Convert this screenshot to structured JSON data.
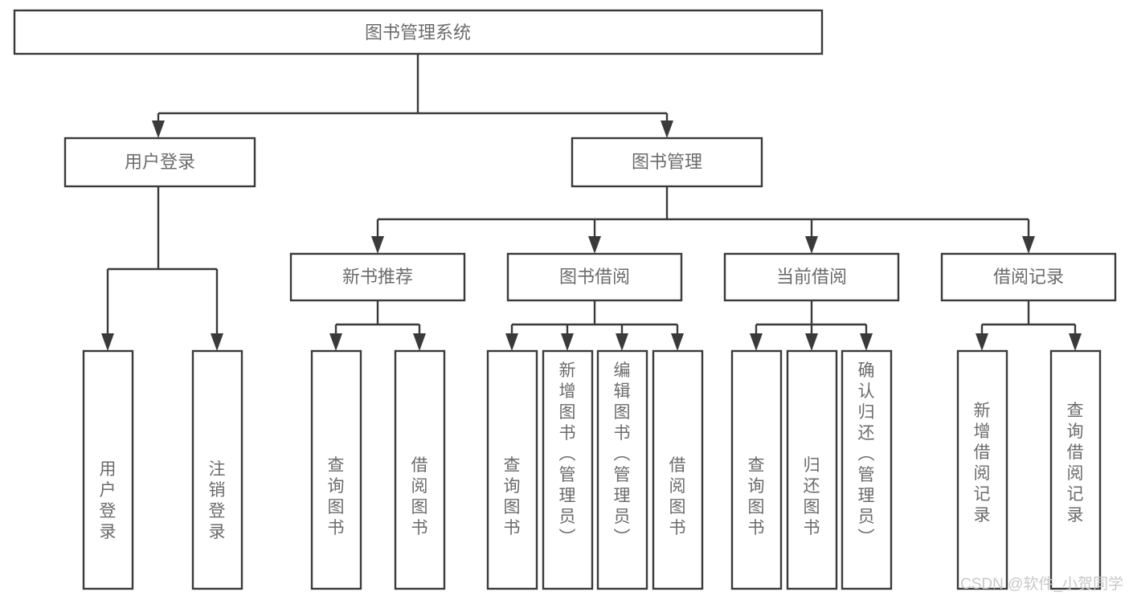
{
  "diagram": {
    "title": "图书管理系统",
    "type": "tree-hierarchy-chart",
    "orientation": "top-down",
    "colors": {
      "box_fill": "#ffffff",
      "box_stroke": "#3a3a3a",
      "text": "#6b6b6b",
      "background": "#ffffff",
      "watermark": "#c8c8c8"
    },
    "levels": [
      {
        "level": 1,
        "nodes": [
          {
            "id": "root",
            "label": "图书管理系统",
            "text_direction": "horizontal"
          }
        ]
      },
      {
        "level": 2,
        "nodes": [
          {
            "id": "user-login",
            "label": "用户登录",
            "text_direction": "horizontal",
            "parent": "root"
          },
          {
            "id": "book-manage",
            "label": "图书管理",
            "text_direction": "horizontal",
            "parent": "root"
          }
        ]
      },
      {
        "level": 3,
        "nodes": [
          {
            "id": "new-book-recommend",
            "label": "新书推荐",
            "text_direction": "horizontal",
            "parent": "book-manage"
          },
          {
            "id": "book-borrow",
            "label": "图书借阅",
            "text_direction": "horizontal",
            "parent": "book-manage"
          },
          {
            "id": "current-borrow",
            "label": "当前借阅",
            "text_direction": "horizontal",
            "parent": "book-manage"
          },
          {
            "id": "borrow-record",
            "label": "借阅记录",
            "text_direction": "horizontal",
            "parent": "book-manage"
          }
        ]
      },
      {
        "level": 4,
        "nodes": [
          {
            "id": "leaf-user-login",
            "label": "用户登录",
            "text_direction": "vertical",
            "parent": "user-login"
          },
          {
            "id": "leaf-user-logout",
            "label": "注销登录",
            "text_direction": "vertical",
            "parent": "user-login"
          },
          {
            "id": "leaf-query-book-1",
            "label": "查询图书",
            "text_direction": "vertical",
            "parent": "new-book-recommend"
          },
          {
            "id": "leaf-borrow-book-1",
            "label": "借阅图书",
            "text_direction": "vertical",
            "parent": "new-book-recommend"
          },
          {
            "id": "leaf-query-book-2",
            "label": "查询图书",
            "text_direction": "vertical",
            "parent": "book-borrow"
          },
          {
            "id": "leaf-add-book",
            "label": "新增图书（管理员）",
            "text_direction": "vertical",
            "parent": "book-borrow"
          },
          {
            "id": "leaf-edit-book",
            "label": "编辑图书（管理员）",
            "text_direction": "vertical",
            "parent": "book-borrow"
          },
          {
            "id": "leaf-borrow-book-2",
            "label": "借阅图书",
            "text_direction": "vertical",
            "parent": "book-borrow"
          },
          {
            "id": "leaf-query-book-3",
            "label": "查询图书",
            "text_direction": "vertical",
            "parent": "current-borrow"
          },
          {
            "id": "leaf-return-book",
            "label": "归还图书",
            "text_direction": "vertical",
            "parent": "current-borrow"
          },
          {
            "id": "leaf-confirm-return",
            "label": "确认归还（管理员）",
            "text_direction": "vertical",
            "parent": "current-borrow"
          },
          {
            "id": "leaf-add-record",
            "label": "新增借阅记录",
            "text_direction": "vertical",
            "parent": "borrow-record"
          },
          {
            "id": "leaf-query-record",
            "label": "查询借阅记录",
            "text_direction": "vertical",
            "parent": "borrow-record"
          }
        ]
      }
    ]
  },
  "watermark": {
    "text": "CSDN @软件_小贺同学"
  }
}
